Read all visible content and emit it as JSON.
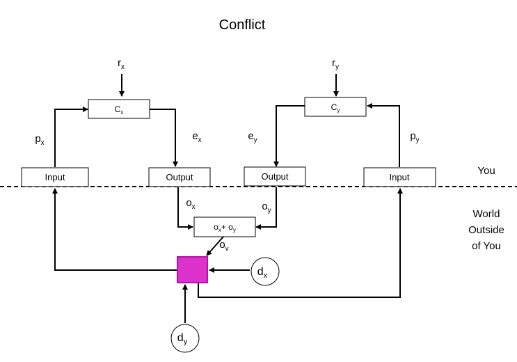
{
  "title": "Conflict",
  "boxes": {
    "input_left": "Input",
    "output_left": "Output",
    "output_right": "Output",
    "input_right": "Input",
    "cx": {
      "main": "C",
      "sub": "x"
    },
    "cy": {
      "main": "C",
      "sub": "y"
    },
    "sum": {
      "a": "o",
      "a_sub": "x",
      "plus": "+ ",
      "b": "o",
      "b_sub": "y"
    }
  },
  "signals": {
    "rx": {
      "main": "r",
      "sub": "x"
    },
    "ry": {
      "main": "r",
      "sub": "y"
    },
    "px": {
      "main": "p",
      "sub": "x"
    },
    "py": {
      "main": "p",
      "sub": "y"
    },
    "ex": {
      "main": "e",
      "sub": "x"
    },
    "ey": {
      "main": "e",
      "sub": "y"
    },
    "ox": {
      "main": "o",
      "sub": "x"
    },
    "oy": {
      "main": "o",
      "sub": "y"
    },
    "ov": {
      "main": "o",
      "sub": "v"
    }
  },
  "disturbances": {
    "dx": {
      "main": "d",
      "sub": "x"
    },
    "dy": {
      "main": "d",
      "sub": "y"
    }
  },
  "regions": {
    "you": "You",
    "world_line1": "World",
    "world_line2": "Outside",
    "world_line3": "of You"
  },
  "colors": {
    "environment_box": "#dd33cc",
    "environment_border": "#b3139f"
  }
}
